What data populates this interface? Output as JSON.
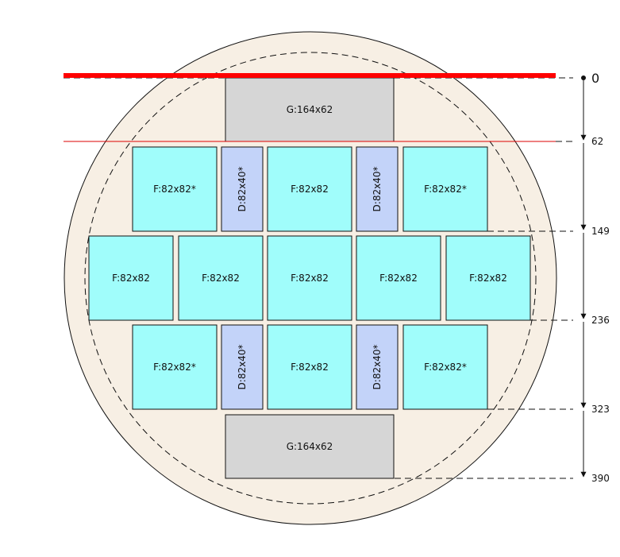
{
  "colors": {
    "wafer_fill": "#f7efe4",
    "outline": "#111111",
    "cut_line": "#ff0000",
    "g_fill": "#d6d6d6",
    "f_fill": "#a0fdfb",
    "d_fill": "#c3d3f9"
  },
  "dimensions": [
    "0",
    "62",
    "149",
    "236",
    "323",
    "390"
  ],
  "rows": [
    {
      "tiles": [
        {
          "kind": "g",
          "label": "G:164x62"
        }
      ]
    },
    {
      "tiles": [
        {
          "kind": "f",
          "label": "F:82x82*"
        },
        {
          "kind": "d",
          "label": "D:82x40*"
        },
        {
          "kind": "f",
          "label": "F:82x82"
        },
        {
          "kind": "d",
          "label": "D:82x40*"
        },
        {
          "kind": "f",
          "label": "F:82x82*"
        }
      ]
    },
    {
      "tiles": [
        {
          "kind": "f",
          "label": "F:82x82"
        },
        {
          "kind": "f",
          "label": "F:82x82"
        },
        {
          "kind": "f",
          "label": "F:82x82"
        },
        {
          "kind": "f",
          "label": "F:82x82"
        },
        {
          "kind": "f",
          "label": "F:82x82"
        }
      ]
    },
    {
      "tiles": [
        {
          "kind": "f",
          "label": "F:82x82*"
        },
        {
          "kind": "d",
          "label": "D:82x40*"
        },
        {
          "kind": "f",
          "label": "F:82x82"
        },
        {
          "kind": "d",
          "label": "D:82x40*"
        },
        {
          "kind": "f",
          "label": "F:82x82*"
        }
      ]
    },
    {
      "tiles": [
        {
          "kind": "g",
          "label": "G:164x62"
        }
      ]
    }
  ]
}
